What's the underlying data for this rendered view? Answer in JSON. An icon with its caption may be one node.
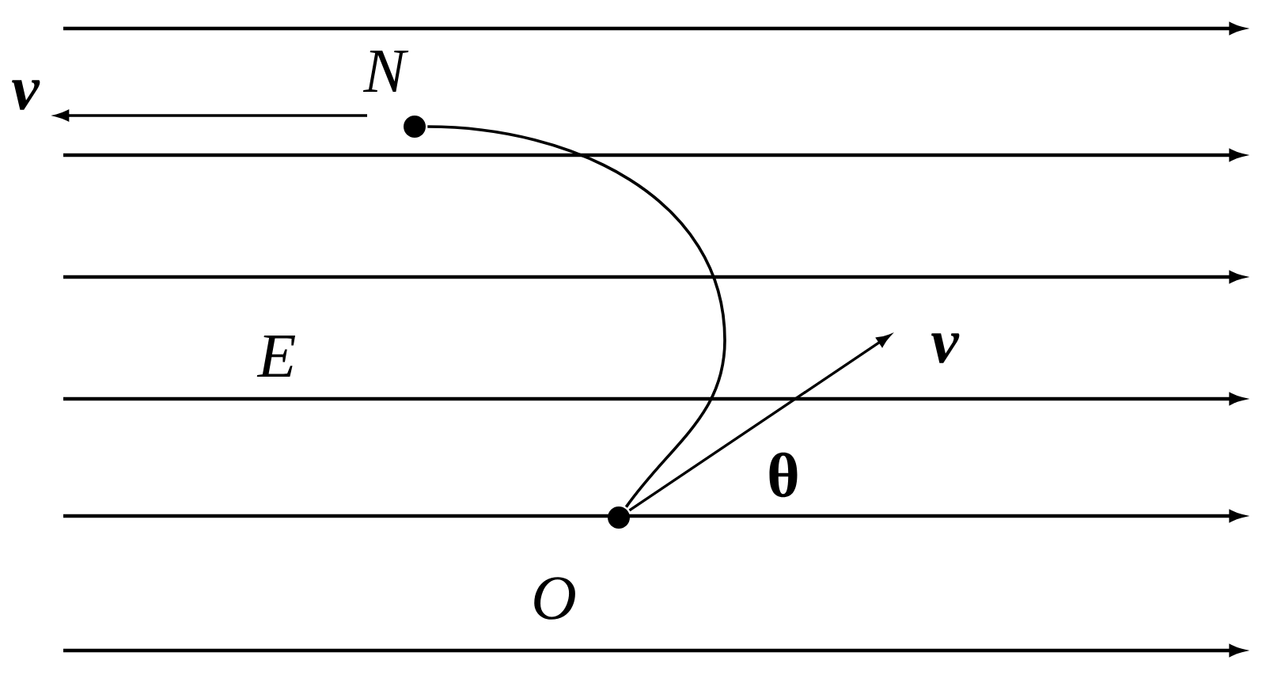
{
  "diagram": {
    "nodes": [
      {
        "text": [],
        "shape": "circle",
        "beside": [
          "N"
        ]
      },
      {
        "text": [],
        "shape": "circle",
        "beside": [
          "O"
        ]
      }
    ],
    "edges": [
      {
        "from": 0,
        "to": 1,
        "arrow": "none"
      }
    ],
    "labels": [
      "v",
      "E",
      "v",
      "θ"
    ]
  }
}
